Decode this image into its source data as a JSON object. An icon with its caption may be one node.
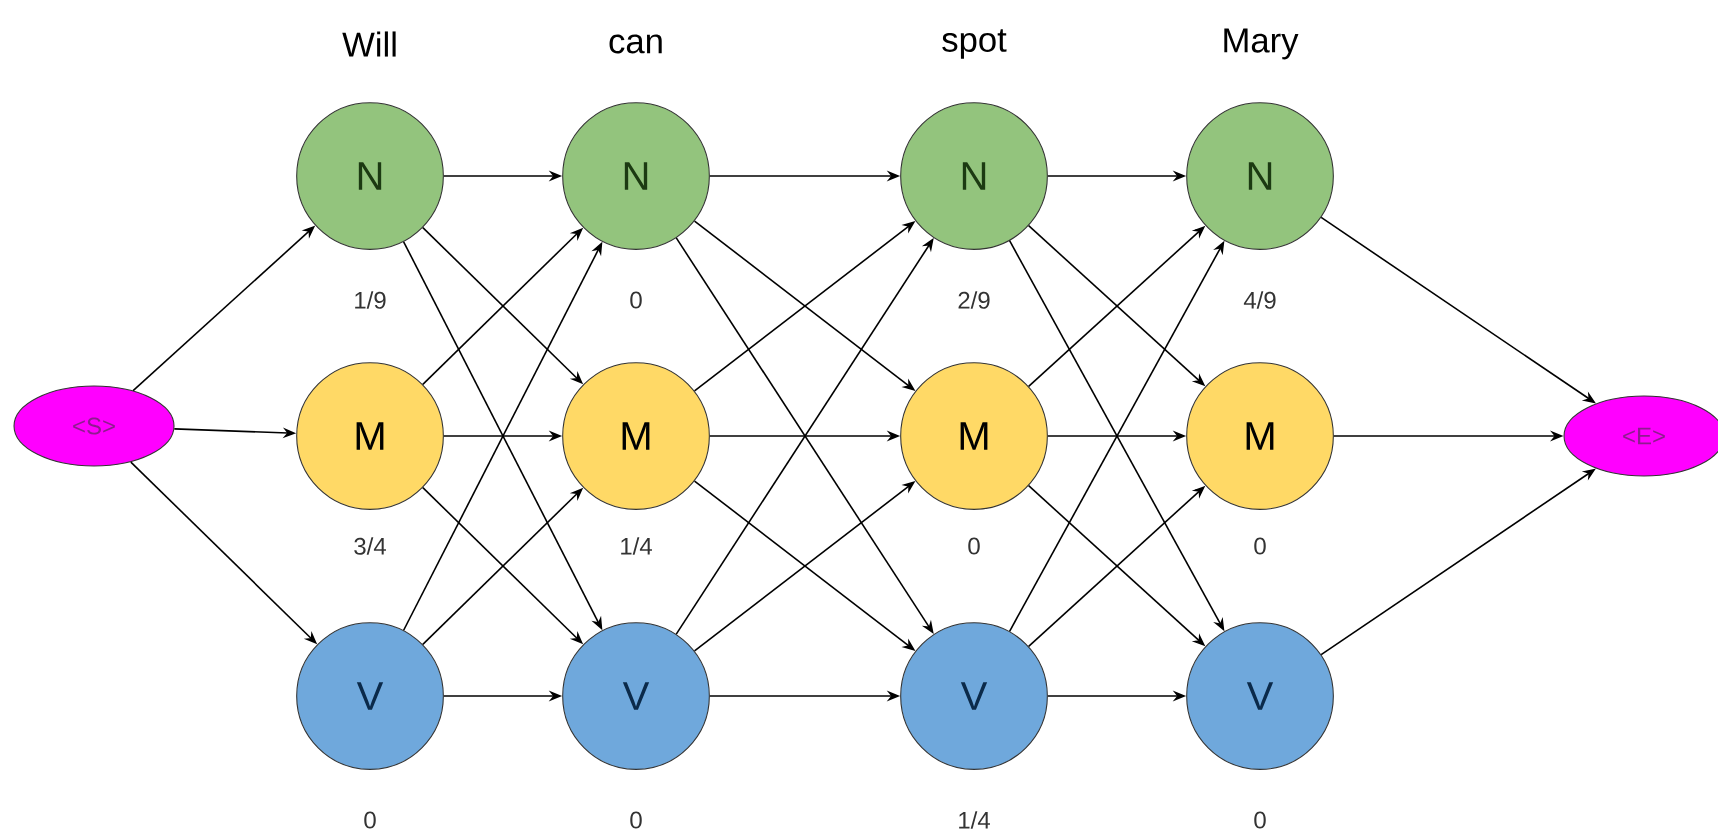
{
  "diagram": {
    "nodes": [
      {
        "text": [
          "<S>"
        ]
      },
      {
        "text": [
          "N"
        ],
        "beside": [
          "1/9"
        ]
      },
      {
        "text": [
          "M"
        ],
        "beside": [
          "3/4"
        ]
      },
      {
        "text": [
          "V"
        ],
        "beside": [
          "0"
        ]
      },
      {
        "text": [
          "N"
        ],
        "beside": [
          "0"
        ]
      },
      {
        "text": [
          "M"
        ],
        "beside": [
          "1/4"
        ]
      },
      {
        "text": [
          "V"
        ],
        "beside": [
          "0"
        ]
      },
      {
        "text": [
          "N"
        ],
        "beside": [
          "2/9"
        ]
      },
      {
        "text": [
          "M"
        ],
        "beside": [
          "0"
        ]
      },
      {
        "text": [
          "V"
        ],
        "beside": [
          "1/4"
        ]
      },
      {
        "text": [
          "N"
        ],
        "beside": [
          "4/9"
        ]
      },
      {
        "text": [
          "M"
        ],
        "beside": [
          "0"
        ]
      },
      {
        "text": [
          "V"
        ],
        "beside": [
          "0"
        ]
      },
      {
        "text": [
          "<E>"
        ]
      }
    ],
    "edges": [
      {
        "from": 0,
        "to": 1,
        "arrow": "to"
      },
      {
        "from": 0,
        "to": 2,
        "arrow": "to"
      },
      {
        "from": 0,
        "to": 3,
        "arrow": "to"
      },
      {
        "from": 1,
        "to": 4,
        "arrow": "to"
      },
      {
        "from": 1,
        "to": 5,
        "arrow": "to"
      },
      {
        "from": 1,
        "to": 6,
        "arrow": "to"
      },
      {
        "from": 2,
        "to": 4,
        "arrow": "to"
      },
      {
        "from": 2,
        "to": 5,
        "arrow": "to"
      },
      {
        "from": 2,
        "to": 6,
        "arrow": "to"
      },
      {
        "from": 3,
        "to": 4,
        "arrow": "to"
      },
      {
        "from": 3,
        "to": 5,
        "arrow": "to"
      },
      {
        "from": 3,
        "to": 6,
        "arrow": "to"
      },
      {
        "from": 4,
        "to": 7,
        "arrow": "to"
      },
      {
        "from": 4,
        "to": 8,
        "arrow": "to"
      },
      {
        "from": 4,
        "to": 9,
        "arrow": "to"
      },
      {
        "from": 5,
        "to": 7,
        "arrow": "to"
      },
      {
        "from": 5,
        "to": 8,
        "arrow": "to"
      },
      {
        "from": 5,
        "to": 9,
        "arrow": "to"
      },
      {
        "from": 6,
        "to": 7,
        "arrow": "to"
      },
      {
        "from": 6,
        "to": 8,
        "arrow": "to"
      },
      {
        "from": 6,
        "to": 9,
        "arrow": "to"
      },
      {
        "from": 7,
        "to": 10,
        "arrow": "to"
      },
      {
        "from": 7,
        "to": 11,
        "arrow": "to"
      },
      {
        "from": 7,
        "to": 12,
        "arrow": "to"
      },
      {
        "from": 8,
        "to": 10,
        "arrow": "to"
      },
      {
        "from": 8,
        "to": 11,
        "arrow": "to"
      },
      {
        "from": 8,
        "to": 12,
        "arrow": "to"
      },
      {
        "from": 9,
        "to": 10,
        "arrow": "to"
      },
      {
        "from": 9,
        "to": 11,
        "arrow": "to"
      },
      {
        "from": 9,
        "to": 12,
        "arrow": "to"
      },
      {
        "from": 10,
        "to": 13,
        "arrow": "to"
      },
      {
        "from": 11,
        "to": 13,
        "arrow": "to"
      },
      {
        "from": 12,
        "to": 13,
        "arrow": "to"
      }
    ],
    "labels": [
      "Will",
      "can",
      "spot",
      "Mary"
    ]
  }
}
